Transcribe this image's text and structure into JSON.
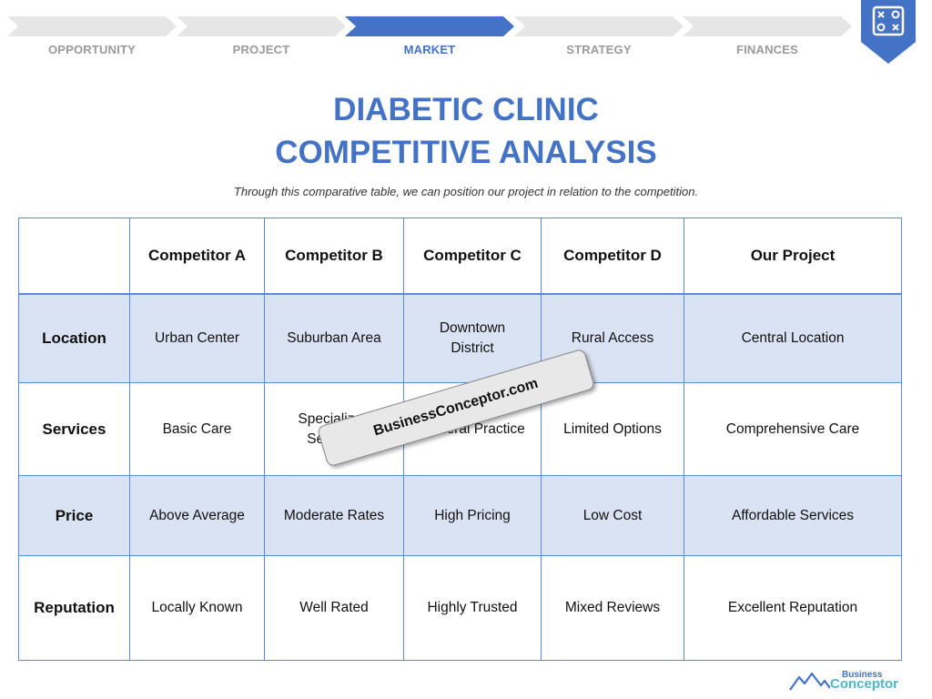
{
  "nav": {
    "steps": [
      {
        "label": "OPPORTUNITY",
        "active": false
      },
      {
        "label": "PROJECT",
        "active": false
      },
      {
        "label": "MARKET",
        "active": true
      },
      {
        "label": "STRATEGY",
        "active": false
      },
      {
        "label": "FINANCES",
        "active": false
      }
    ]
  },
  "colors": {
    "accent": "#4472c4",
    "inactive_chevron": "#e6e6e6",
    "row_shade": "#dae3f3"
  },
  "title_line1": "DIABETIC CLINIC",
  "title_line2": "COMPETITIVE ANALYSIS",
  "subtitle": "Through this comparative table, we can position our project in relation to the competition.",
  "table": {
    "columns": [
      "",
      "Competitor A",
      "Competitor B",
      "Competitor C",
      "Competitor D",
      "Our Project"
    ],
    "rows": [
      {
        "label": "Location",
        "cells": [
          "Urban Center",
          "Suburban Area",
          "Downtown District",
          "Rural Access",
          "Central Location"
        ]
      },
      {
        "label": "Services",
        "cells": [
          "Basic Care",
          "Specialized Services",
          "General Practice",
          "Limited Options",
          "Comprehensive Care"
        ]
      },
      {
        "label": "Price",
        "cells": [
          "Above Average",
          "Moderate Rates",
          "High Pricing",
          "Low Cost",
          "Affordable Services"
        ]
      },
      {
        "label": "Reputation",
        "cells": [
          "Locally Known",
          "Well Rated",
          "Highly Trusted",
          "Mixed Reviews",
          "Excellent Reputation"
        ]
      }
    ]
  },
  "watermark": "BusinessConceptor.com",
  "logo": {
    "top": "Business",
    "main": "Conceptor"
  }
}
